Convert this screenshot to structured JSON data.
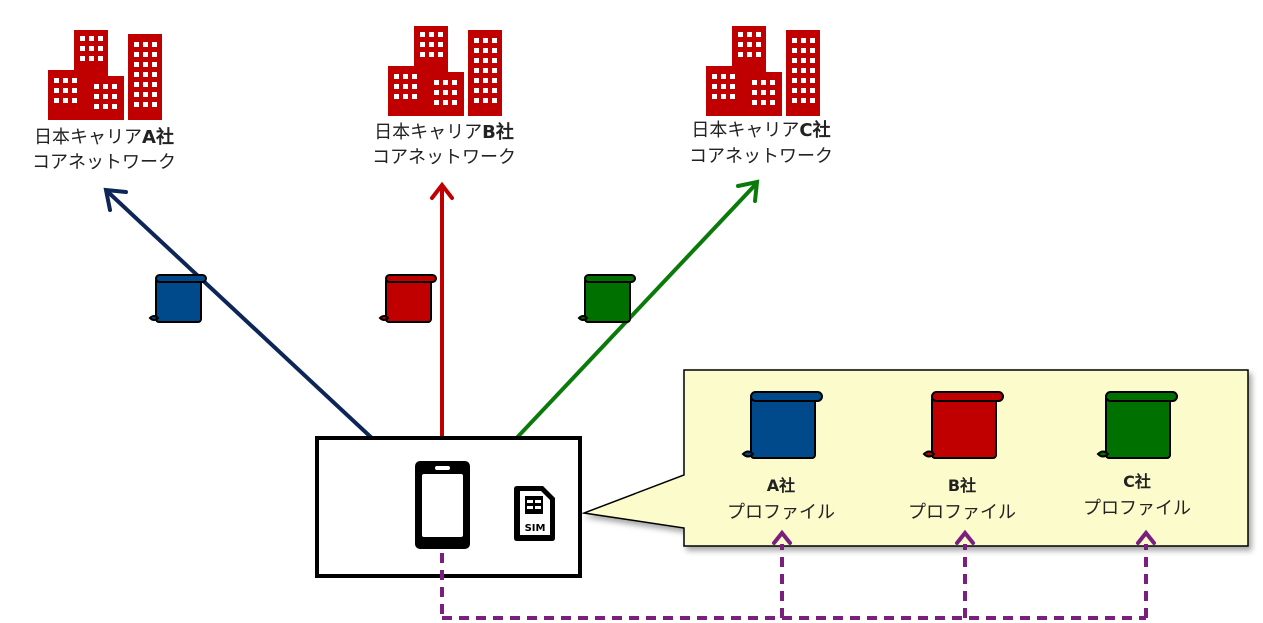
{
  "networks": [
    {
      "company_prefix": "日本キャリア",
      "company_letter": "A社",
      "line2": "コアネットワーク",
      "color": "#0d2557"
    },
    {
      "company_prefix": "日本キャリア",
      "company_letter": "B社",
      "line2": "コアネットワーク",
      "color": "#c00000"
    },
    {
      "company_prefix": "日本キャリア",
      "company_letter": "C社",
      "line2": "コアネットワーク",
      "color": "#0a7a0a"
    }
  ],
  "profiles": [
    {
      "company": "A社",
      "label": "プロファイル",
      "color": "#004a8c"
    },
    {
      "company": "B社",
      "label": "プロファイル",
      "color": "#c00000"
    },
    {
      "company": "C社",
      "label": "プロファイル",
      "color": "#007000"
    }
  ],
  "sim_label": "SIM",
  "colors": {
    "building": "#c00000",
    "callout_fill": "#fbfbcc",
    "dashed_link": "#7b1f7e"
  },
  "icons": [
    "building-icon",
    "scroll-icon",
    "smartphone-icon",
    "sim-card-icon"
  ]
}
